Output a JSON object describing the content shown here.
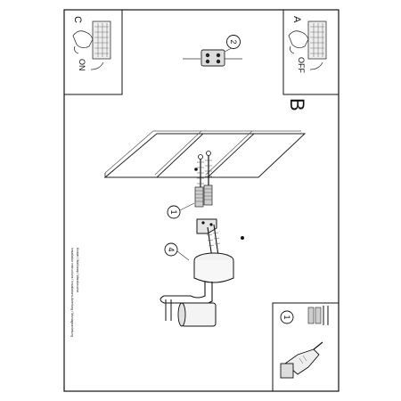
{
  "panels": {
    "C": {
      "letter": "C",
      "state": "ON"
    },
    "A": {
      "letter": "A",
      "state": "OFF"
    }
  },
  "section_label": "B",
  "callouts": {
    "step_top": "2",
    "step_mount": "1",
    "step_canopy": "4",
    "step_inset": "1"
  },
  "instruction_lines": [
    "Installation instructions / Installations-Anleitung / Montageanleitung",
    "Kinkiet / Wall lamp / Wandleuchte"
  ],
  "icons": {
    "hand_on": "hand-pressing-switch-icon",
    "hand_off": "hand-pressing-switch-icon",
    "connector": "terminal-connector-icon",
    "drill": "drill-icon",
    "dowel": "wall-plug-icon",
    "screw": "screw-icon"
  },
  "colors": {
    "line": "#111111",
    "fill_light": "#eeeeee",
    "fill_mid": "#cfcfcf"
  }
}
